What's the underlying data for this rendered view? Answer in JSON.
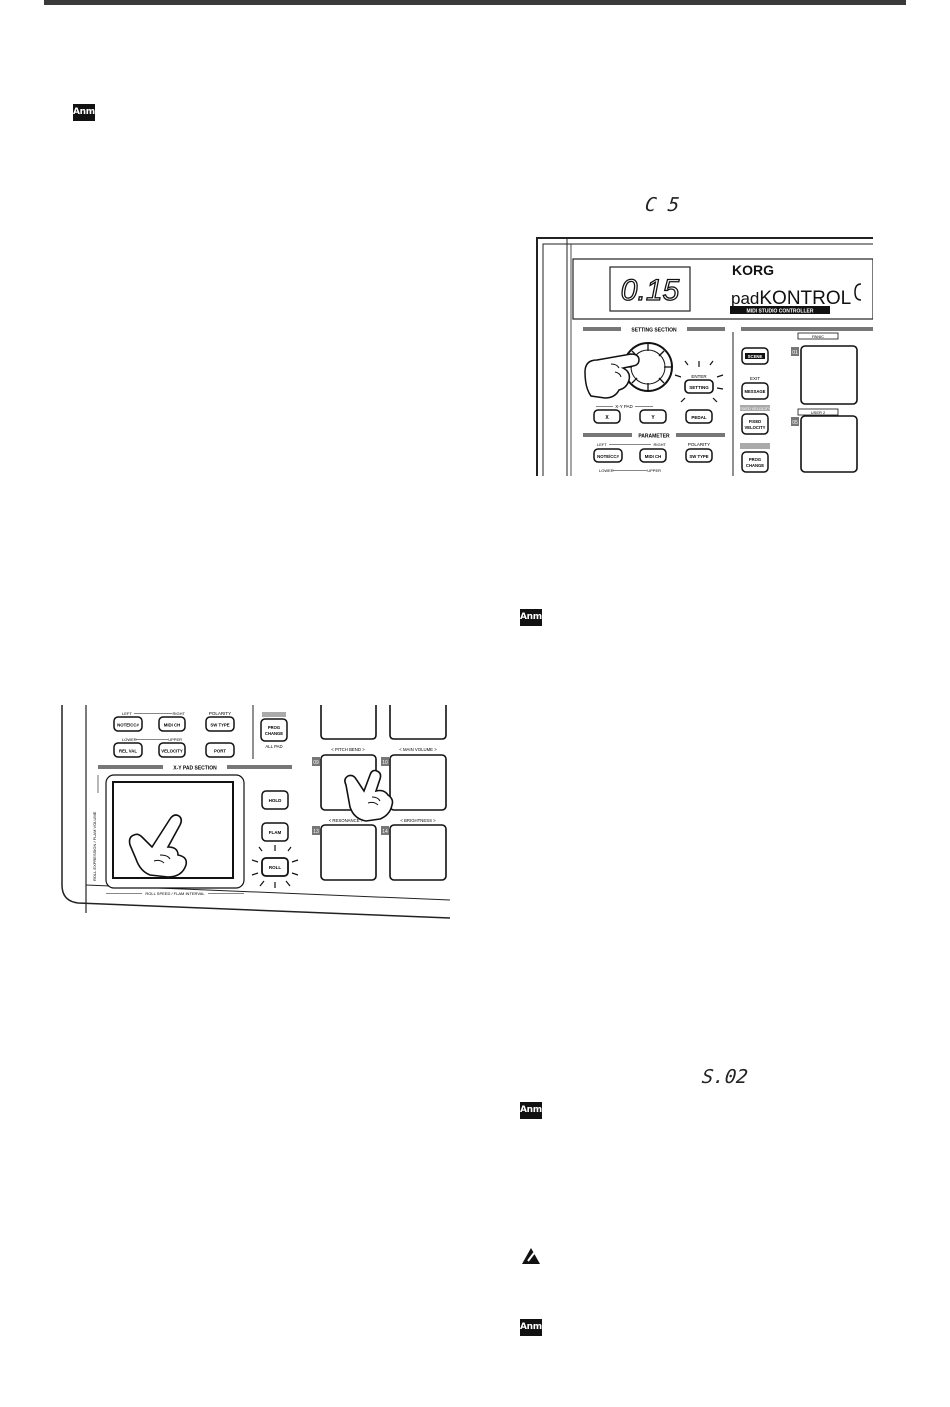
{
  "notes": {
    "note1": "Anm.",
    "note2": "Anm.",
    "note3": "Anm.",
    "note4": "Anm."
  },
  "displays": {
    "display_c5": "C 5",
    "display_s02": "S.02"
  },
  "figure_top": {
    "lcd": "0.15",
    "brand": "KORG",
    "product_pre": "pad",
    "product_main": "KONTROL",
    "subtitle": "MIDI STUDIO CONTROLLER",
    "setting_section": "SETTING SECTION",
    "enter": "ENTER",
    "setting": "SETTING",
    "xy_pad": "X-Y PAD",
    "x": "X",
    "y": "Y",
    "pedal": "PEDAL",
    "parameter": "PARAMETER",
    "left": "LEFT",
    "right": "RIGHT",
    "polarity": "POLARITY",
    "note_cc": "NOTE/CC#",
    "midi_ch": "MIDI CH",
    "sw_type": "SW TYPE",
    "lower": "LOWER",
    "upper": "UPPER",
    "scene": "SCENE",
    "exit": "EXIT",
    "message": "MESSAGE",
    "fixed_velocity": "FIXED VELOCITY",
    "fixed_velocity_pre": "FIXED",
    "fixed_velocity_post": "VELOCITY",
    "prog_change_pre": "PROG",
    "prog_change_post": "CHANGE",
    "panic": "PANIC",
    "user2": "USER 2",
    "pad01": "01",
    "pad05": "05"
  },
  "figure_bottom": {
    "left": "LEFT",
    "right": "RIGHT",
    "polarity": "POLARITY",
    "note_cc": "NOTE/CC#",
    "midi_ch": "MIDI CH",
    "sw_type": "SW TYPE",
    "lower": "LOWER",
    "upper": "UPPER",
    "rel_val": "REL VAL",
    "velocity": "VELOCITY",
    "port": "PORT",
    "prog_change_pre": "PROG",
    "prog_change_post": "CHANGE",
    "all_pad": "ALL PAD",
    "xy_section": "X-Y PAD SECTION",
    "hold": "HOLD",
    "flam": "FLAM",
    "roll": "ROLL",
    "roll_vertical": "ROLL EXPRESSION / FLAM VOLUME",
    "roll_horizontal": "ROLL SPEED / FLAM INTERVAL",
    "pitch_bend": "< PITCH BEND >",
    "main_volume": "< MAIN VOLUME >",
    "resonance": "< RESONANCE >",
    "brightness": "< BRIGHTNESS >",
    "pad09": "09",
    "pad10": "10",
    "pad13": "13",
    "pad14": "14"
  }
}
